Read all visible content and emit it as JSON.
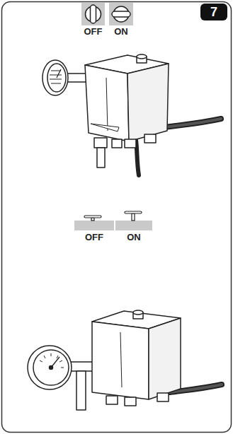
{
  "diagram": {
    "nodes": [
      {
        "text": [
          "7"
        ]
      }
    ],
    "labels": [
      "OFF",
      "ON",
      "OFF",
      "ON"
    ]
  }
}
